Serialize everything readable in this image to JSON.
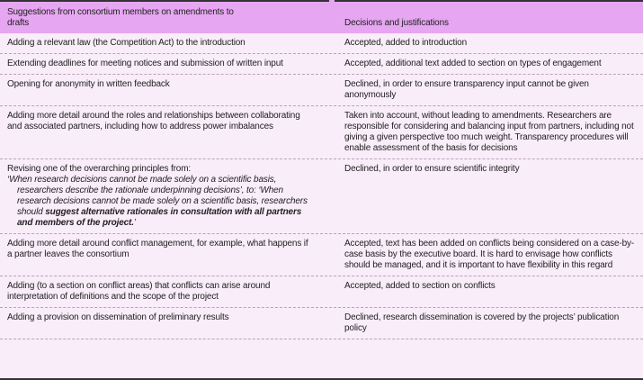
{
  "colors": {
    "header_bg": "#e6a6f1",
    "body_bg": "#f9edf9",
    "border_dark": "#333333",
    "dashed_line": "#b9a4b6",
    "text_color": "#222222"
  },
  "table": {
    "header": {
      "col1": "Suggestions from consortium members on amendments to drafts",
      "col2": "Decisions and justifications"
    },
    "rows": [
      {
        "suggestion": "Adding a relevant law (the Competition Act) to the introduction",
        "decision": "Accepted, added to introduction"
      },
      {
        "suggestion": "Extending deadlines for meeting notices and submission of written input",
        "decision": "Accepted, additional text added to section on types of engagement"
      },
      {
        "suggestion": "Opening for anonymity in written feedback",
        "decision": "Declined, in order to ensure transparency input cannot be given anonymously"
      },
      {
        "suggestion": "Adding more detail around the roles and relationships between collaborating and associated partners, including how to address power imbalances",
        "decision": "Taken into account, without leading to amendments. Researchers are responsible for considering and balancing input from partners, including not giving a given perspective too much weight. Transparency procedures will enable assessment of the basis for decisions"
      },
      {
        "intro": "Revising one of the overarching principles from:",
        "quote_italic": "‘When research decisions cannot be made solely on a scientific basis, researchers describe the rationale underpinning decisions’, to: ‘When research decisions cannot be made solely on a scientific basis, researchers should ",
        "quote_bold": "suggest alternative rationales in consultation with all partners and members of the project.",
        "quote_close": "’",
        "decision": "Declined, in order to ensure scientific integrity"
      },
      {
        "suggestion": "Adding more detail around conflict management, for example, what happens if a partner leaves the consortium",
        "decision": "Accepted, text has been added on conflicts being considered on a case-by-case basis by the executive board. It is hard to envisage how conflicts should be managed, and it is important to have flexibility in this regard"
      },
      {
        "suggestion": "Adding (to a section on conflict areas) that conflicts can arise around interpretation of definitions and the scope of the project",
        "decision": "Accepted, added to section on conflicts"
      },
      {
        "suggestion": "Adding a provision on dissemination of preliminary results",
        "decision": "Declined, research dissemination is covered by the projects’ publication policy"
      }
    ]
  }
}
